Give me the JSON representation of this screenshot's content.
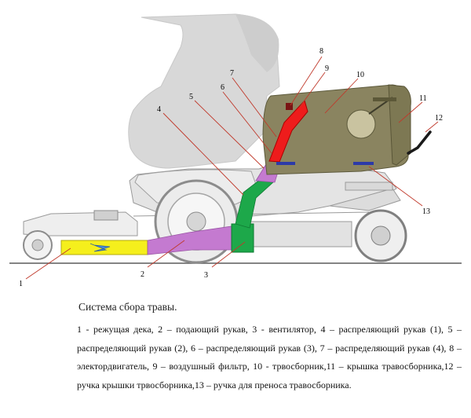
{
  "callouts": [
    "1",
    "2",
    "3",
    "4",
    "5",
    "6",
    "7",
    "8",
    "9",
    "10",
    "11",
    "12",
    "13"
  ],
  "caption": {
    "title": "Система сбора травы.",
    "text": "1 - режущая дека, 2 – подающий рукав, 3 - вентилятор, 4 – распреляющий рукав (1), 5 – распределяющий рукав (2), 6 – распределяющий рукав (3), 7 – распределяющий рукав (4), 8 – электордвигатель, 9 – воздушный фильтр, 10 - трвосборник,11 – крышка травосборника,12 – ручка крышки трвосборника,13 – ручка для преноса травосборника."
  },
  "colors": {
    "deck": "#f5ef1c",
    "feed_hose": "#c47ad0",
    "fan": "#1da84a",
    "red_sleeve": "#ee1c1c",
    "bin": "#8a8460",
    "tractor_gray": "#d9d9d9",
    "outline": "#8f8f8f"
  }
}
